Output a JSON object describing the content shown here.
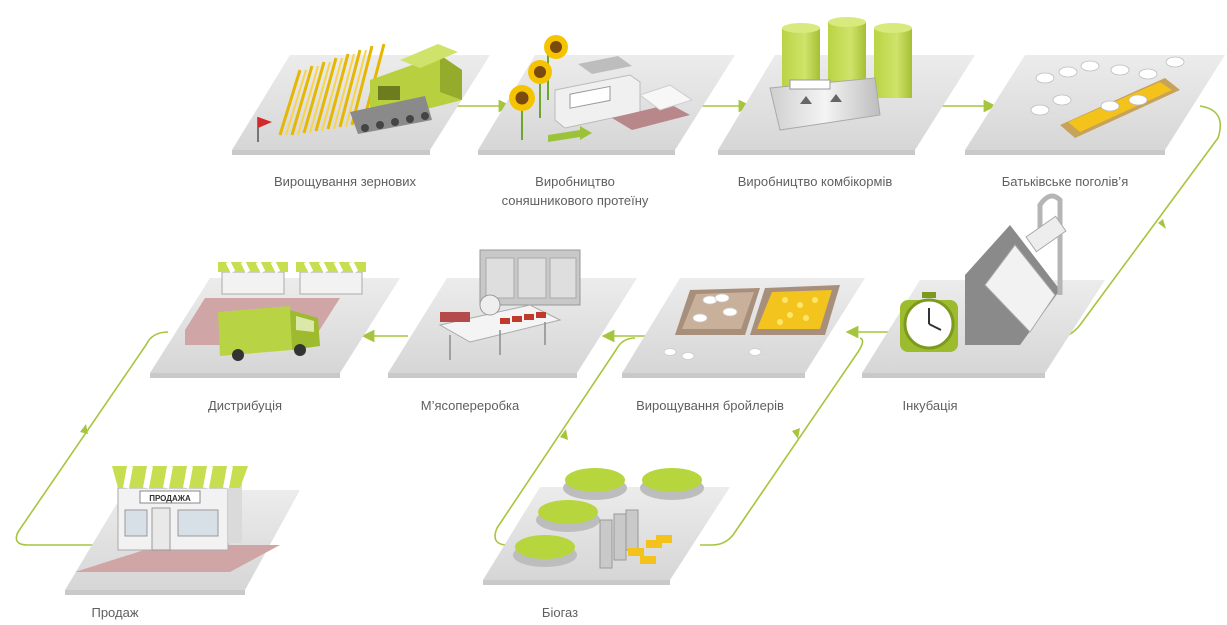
{
  "stages": {
    "grain": "Вирощування зернових",
    "sunflower_line1": "Виробництво",
    "sunflower_line2": "соняшникового протеїну",
    "feed": "Виробництво комбікормів",
    "parent_stock": "Батьківське поголів’я",
    "incubation": "Інкубація",
    "broilers": "Вирощування бройлерів",
    "meat_processing": "М’ясопереробка",
    "distribution": "Дистрибуція",
    "sales": "Продаж",
    "biogas": "Біогаз"
  },
  "store_sign": "ПРОДАЖА",
  "colors": {
    "flow_line": "#a6c53e",
    "accent_green": "#c3dc55",
    "platform": "#dcdcdc",
    "label": "#5f5f5f"
  }
}
